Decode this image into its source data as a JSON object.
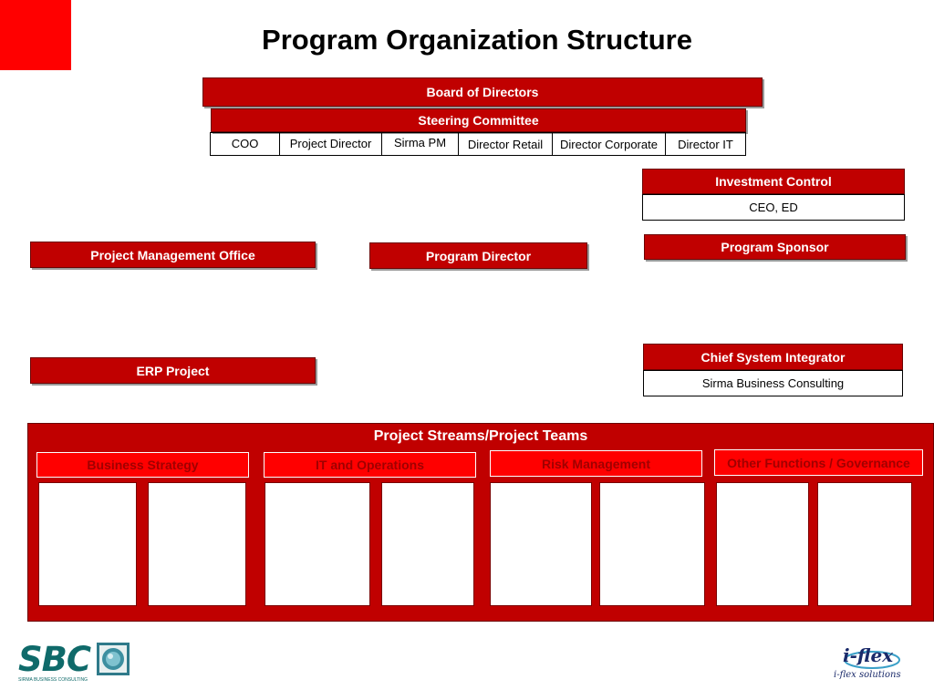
{
  "slide": {
    "title": "Program Organization Structure",
    "colors": {
      "accent": "#c00000",
      "corner": "#ff0000",
      "stream_header": "#ff0000"
    }
  },
  "board": {
    "label": "Board of Directors"
  },
  "steering": {
    "label": "Steering Committee",
    "members": [
      "COO",
      "Project Director",
      "Sirma PM",
      "Director Retail",
      "Director Corporate",
      "Director IT"
    ]
  },
  "investment_control": {
    "label": "Investment Control",
    "members": "CEO, ED"
  },
  "pmo": {
    "label": "Project Management Office"
  },
  "program_director": {
    "label": "Program Director"
  },
  "program_sponsor": {
    "label": "Program Sponsor"
  },
  "erp": {
    "label": "ERP Project"
  },
  "chief_integrator": {
    "label": "Chief System Integrator",
    "members": "Sirma Business Consulting"
  },
  "streams": {
    "title": "Project Streams/Project Teams",
    "items": [
      {
        "label": "Business Strategy"
      },
      {
        "label": "IT and Operations"
      },
      {
        "label": "Risk Management"
      },
      {
        "label": "Other Functions / Governance"
      }
    ]
  },
  "logos": {
    "sbc": {
      "text": "SBC",
      "subtitle": "SIRMA BUSINESS CONSULTING",
      "icon": "globe-icon"
    },
    "iflex": {
      "mark": "i-flex",
      "text": "i-flex solutions"
    }
  }
}
